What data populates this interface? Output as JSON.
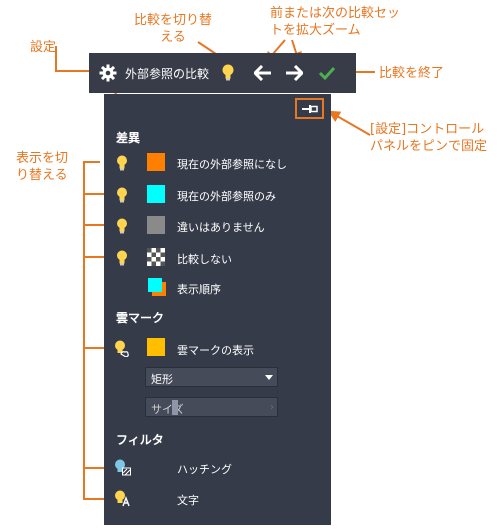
{
  "callouts": {
    "settings": "設定",
    "toggle_compare": "比較を切り替える",
    "zoom_nav": "前または次の比較セットを拡大ズーム",
    "end_compare": "比較を終了",
    "pin_panel": "[設定]コントロールパネルをピンで固定",
    "toggle_display": "表示を切り替える"
  },
  "toolbar": {
    "title": "外部参照の比較"
  },
  "panel": {
    "difference_header": "差異",
    "items": [
      {
        "label": "現在の外部参照になし",
        "color": "#ff7f00"
      },
      {
        "label": "現在の外部参照のみ",
        "color": "#00ffff"
      },
      {
        "label": "違いはありません",
        "color": "#8a8a8a"
      },
      {
        "label": "比較しない",
        "swatch": "checker"
      },
      {
        "label": "表示順序",
        "swatch": "stack"
      }
    ],
    "revcloud_header": "雲マーク",
    "revcloud_label": "雲マークの表示",
    "revcloud_color": "#ffbf00",
    "shape_value": "矩形",
    "size_value": "サイズ",
    "filter_header": "フィルタ",
    "filters": [
      "ハッチング",
      "文字"
    ]
  },
  "colors": {
    "accent": "#e87722",
    "panel_bg": "#353b48",
    "bulb": "#ffd54f",
    "check": "#4caf50"
  }
}
